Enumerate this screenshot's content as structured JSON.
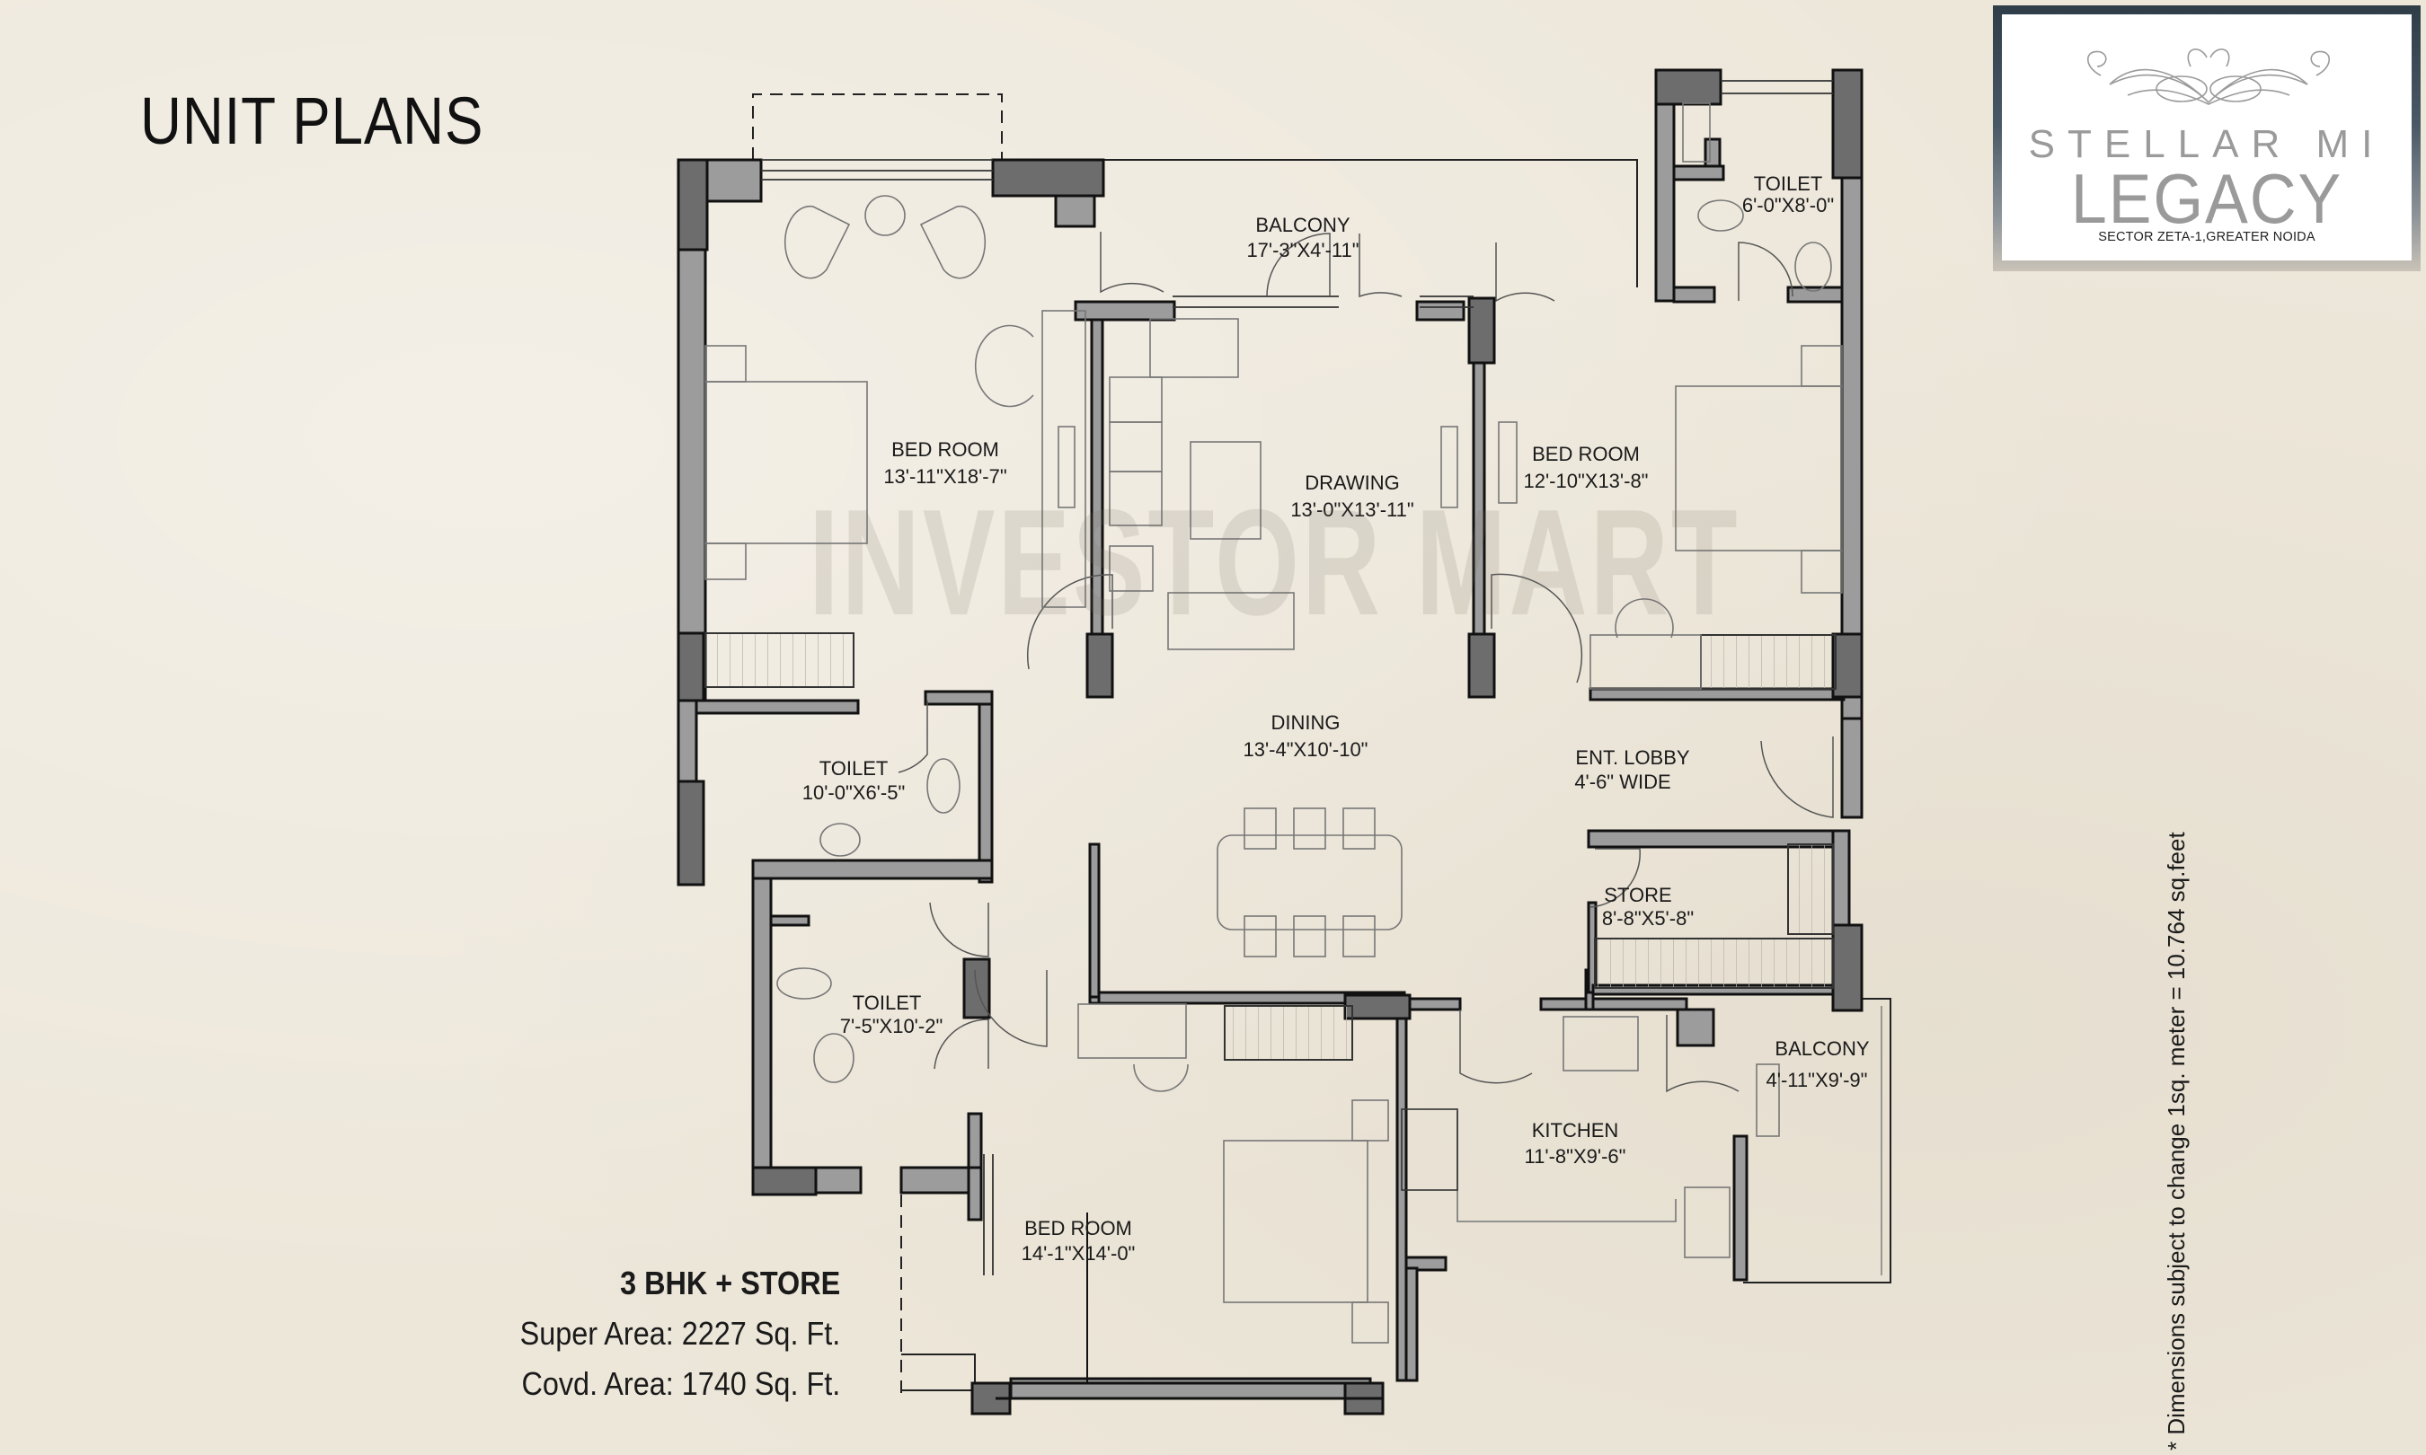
{
  "page": {
    "title": "UNIT PLANS"
  },
  "logo": {
    "line1": "STELLAR MI",
    "line2": "LEGACY",
    "subtitle": "SECTOR ZETA-1,GREATER NOIDA"
  },
  "watermark": "INVESTOR MART",
  "unit": {
    "type": "3 BHK + STORE",
    "super_area": "Super Area: 2227 Sq. Ft.",
    "covered_area": "Covd. Area: 1740 Sq. Ft."
  },
  "disclaimer": "* Dimensions subject to change  1sq. meter = 10.764 sq.feet",
  "rooms": {
    "balcony_top": {
      "name": "BALCONY",
      "size": "17'-3\"X4'-11\""
    },
    "toilet_top": {
      "name": "TOILET",
      "size": "6'-0\"X8'-0\""
    },
    "bedroom_left": {
      "name": "BED ROOM",
      "size": "13'-11\"X18'-7\""
    },
    "drawing": {
      "name": "DRAWING",
      "size": "13'-0\"X13'-11\""
    },
    "bedroom_right": {
      "name": "BED ROOM",
      "size": "12'-10\"X13'-8\""
    },
    "dining": {
      "name": "DINING",
      "size": "13'-4\"X10'-10\""
    },
    "toilet_mid": {
      "name": "TOILET",
      "size": "10'-0\"X6'-5\""
    },
    "ent_lobby": {
      "name": "ENT. LOBBY",
      "size": "4'-6\" WIDE"
    },
    "store": {
      "name": "STORE",
      "size": "8'-8\"X5'-8\""
    },
    "toilet_low": {
      "name": "TOILET",
      "size": "7'-5\"X10'-2\""
    },
    "balcony_right": {
      "name": "BALCONY",
      "size": "4'-11\"X9'-9\""
    },
    "kitchen": {
      "name": "KITCHEN",
      "size": "11'-8\"X9'-6\""
    },
    "bedroom_bottom": {
      "name": "BED ROOM",
      "size": "14'-1\"X14'-0\""
    }
  },
  "colors": {
    "background": "#ede7da",
    "wall_light": "#9c9c9c",
    "wall_dark": "#6d6d6d",
    "line": "#1a1a1a",
    "furniture": "#777777"
  }
}
